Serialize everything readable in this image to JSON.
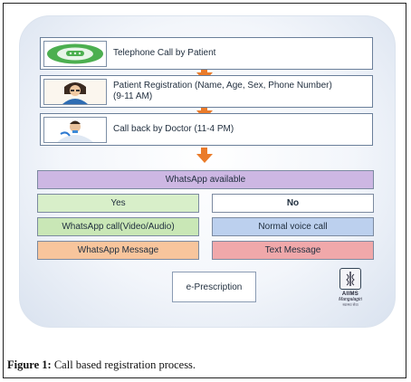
{
  "steps": [
    {
      "label": "Telephone Call by Patient"
    },
    {
      "label": "Patient Registration (Name, Age, Sex, Phone Number)",
      "label2": "(9-11 AM)"
    },
    {
      "label": "Call back by Doctor (11-4 PM)"
    }
  ],
  "whatsapp": {
    "header": "WhatsApp available"
  },
  "left_branch": {
    "answer": "Yes",
    "call": "WhatsApp call(Video/Audio)",
    "message": "WhatsApp Message"
  },
  "right_branch": {
    "answer": "No",
    "call": "Normal voice call",
    "message": "Text Message"
  },
  "final": {
    "label": "e-Prescription"
  },
  "logo": {
    "line1": "AIIMS",
    "line2": "Mangalagiri",
    "line3": "स्वास्थ्य सेवा"
  },
  "caption": {
    "prefix": "Figure 1:",
    "text": " Call based registration process."
  },
  "colors": {
    "arrow": "#ea7b2a",
    "whatsapp_purple": "#cdb7e3",
    "yes_green": "#c9e7b6",
    "blue": "#bcd0ee",
    "orange": "#f8c59c",
    "red": "#f0a8aa"
  }
}
